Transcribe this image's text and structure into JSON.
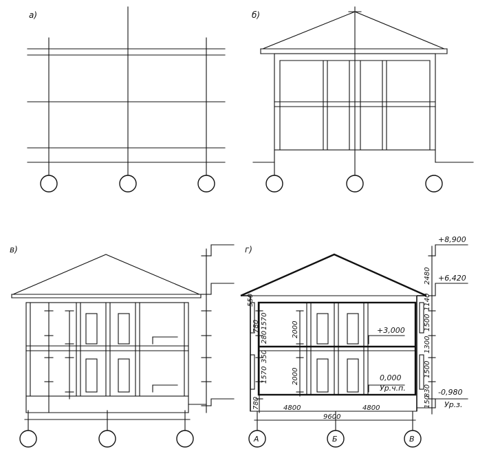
{
  "panels": {
    "a": {
      "label": "а)"
    },
    "b": {
      "label": "б)"
    },
    "v": {
      "label": "в)"
    },
    "g": {
      "label": "г)"
    }
  },
  "elevations": {
    "ridge": "+8,900",
    "eaves": "+6,420",
    "second_floor": "+3,000",
    "ground_floor": "0,000",
    "ground_floor_note": "Ур.ч.п.",
    "ground_level": "-0,980",
    "ground_level_note": "Ур.з."
  },
  "dimensions": {
    "left_chain": [
      "550",
      "1570",
      "780",
      "280",
      "350",
      "1570",
      "780"
    ],
    "left_inner": [
      "2000",
      "2000"
    ],
    "right_chain": [
      "2480",
      "1140",
      "1500",
      "1300",
      "1500",
      "830",
      "150"
    ],
    "bays": [
      "4800",
      "4800"
    ],
    "overall": "9600"
  },
  "axes": {
    "g": [
      "А",
      "Б",
      "В"
    ]
  },
  "icons": {
    "axis_marker": "circle-marker-icon",
    "level_flag": "level-mark-icon"
  }
}
